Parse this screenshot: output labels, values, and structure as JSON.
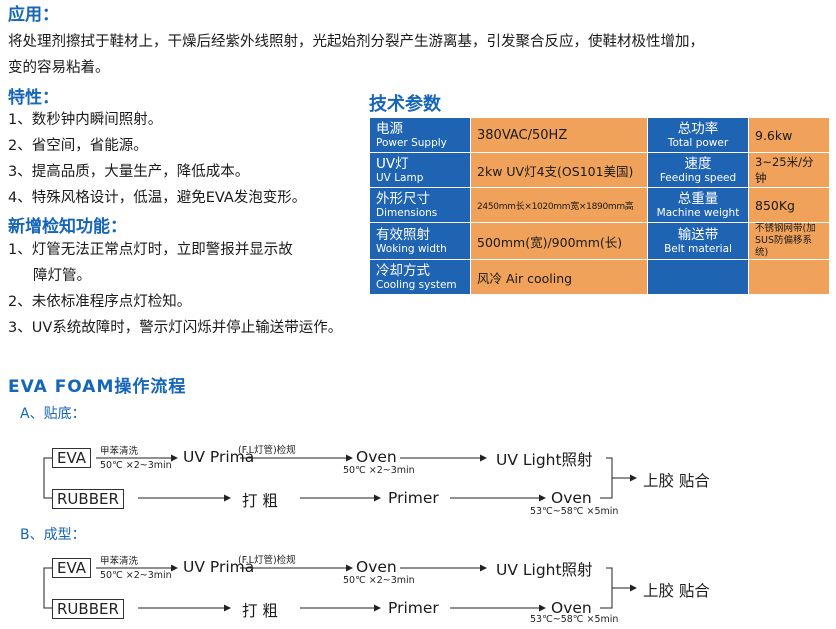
{
  "application": {
    "heading": "应用：",
    "line1": "将处理剂擦拭于鞋材上，干燥后经紫外线照射，光起始剂分裂产生游离基，引发聚合反应，使鞋材极性增加，",
    "line2": "变的容易粘着。"
  },
  "features": {
    "heading": "特性：",
    "items": [
      "1、数秒钟内瞬间照射。",
      "2、省空间，省能源。",
      "3、提高品质，大量生产，降低成本。",
      "4、特殊风格设计，低温，避免EVA发泡变形。"
    ]
  },
  "detection": {
    "heading": "新增检知功能：",
    "item1_line1": "1、灯管无法正常点灯时，立即警报并显示故",
    "item1_line2": "障灯管。",
    "item2": "2、未依标准程序点灯检知。",
    "item3": "3、UV系统故障时，警示灯闪烁并停止输送带运作。"
  },
  "tech_params": {
    "heading": "技术参数",
    "rows": [
      {
        "l_cn": "电源",
        "l_en": "Power Supply",
        "l_val": "380VAC/50HZ",
        "r_cn": "总功率",
        "r_en": "Total power",
        "r_val": "9.6kw"
      },
      {
        "l_cn": "UV灯",
        "l_en": "UV Lamp",
        "l_val": "2kw UV灯4支(OS101美国)",
        "r_cn": "速度",
        "r_en": "Feeding speed",
        "r_val": "3~25米/分钟"
      },
      {
        "l_cn": "外形尺寸",
        "l_en": "Dimensions",
        "l_val": "2450mm长×1020mm宽×1890mm高",
        "r_cn": "总重量",
        "r_en": "Machine weight",
        "r_val": "850Kg"
      },
      {
        "l_cn": "有效照射",
        "l_en": "Woking width",
        "l_val": "500mm(宽)/900mm(长)",
        "r_cn": "输送带",
        "r_en": "Belt material",
        "r_val": "不锈钢网带(加SUS防偏移系统)"
      },
      {
        "l_cn": "冷却方式",
        "l_en": "Cooling system",
        "l_val": "风冷 Air cooling",
        "r_cn": "",
        "r_en": "",
        "r_val": ""
      }
    ]
  },
  "process": {
    "heading": "EVA  FOAM操作流程",
    "sections": [
      {
        "label": "A、贴底：",
        "material_top": "EVA",
        "wash_label": "甲苯清洗",
        "wash_cond": "50℃ ×2~3min",
        "step_uv_prima": "UV Prima",
        "lamp_check": "(F.L灯管)检规",
        "step_oven": "Oven",
        "oven_cond": "50℃ ×2~3min",
        "step_uv_light": "UV  Light照射",
        "material_bottom": "RUBBER",
        "step_rough": "打  粗",
        "step_primer": "Primer",
        "step_oven2": "Oven",
        "oven2_cond": "53℃~58℃ ×5min",
        "result": "上胶   贴合"
      },
      {
        "label": "B、成型：",
        "material_top": "EVA",
        "wash_label": "甲苯清洗",
        "wash_cond": "50℃ ×2~3min",
        "step_uv_prima": "UV Prima",
        "lamp_check": "(F.L灯管)检规",
        "step_oven": "Oven",
        "oven_cond": "50℃ ×2~3min",
        "step_uv_light": "UV  Light照射",
        "material_bottom": "RUBBER",
        "step_rough": "打  粗",
        "step_primer": "Primer",
        "step_oven2": "Oven",
        "oven2_cond": "53℃~58℃ ×5min",
        "result": "上胶   贴合"
      }
    ]
  },
  "colors": {
    "heading_blue": "#1565b8",
    "table_blue": "#1f63b3",
    "table_orange": "#f0a25a"
  }
}
